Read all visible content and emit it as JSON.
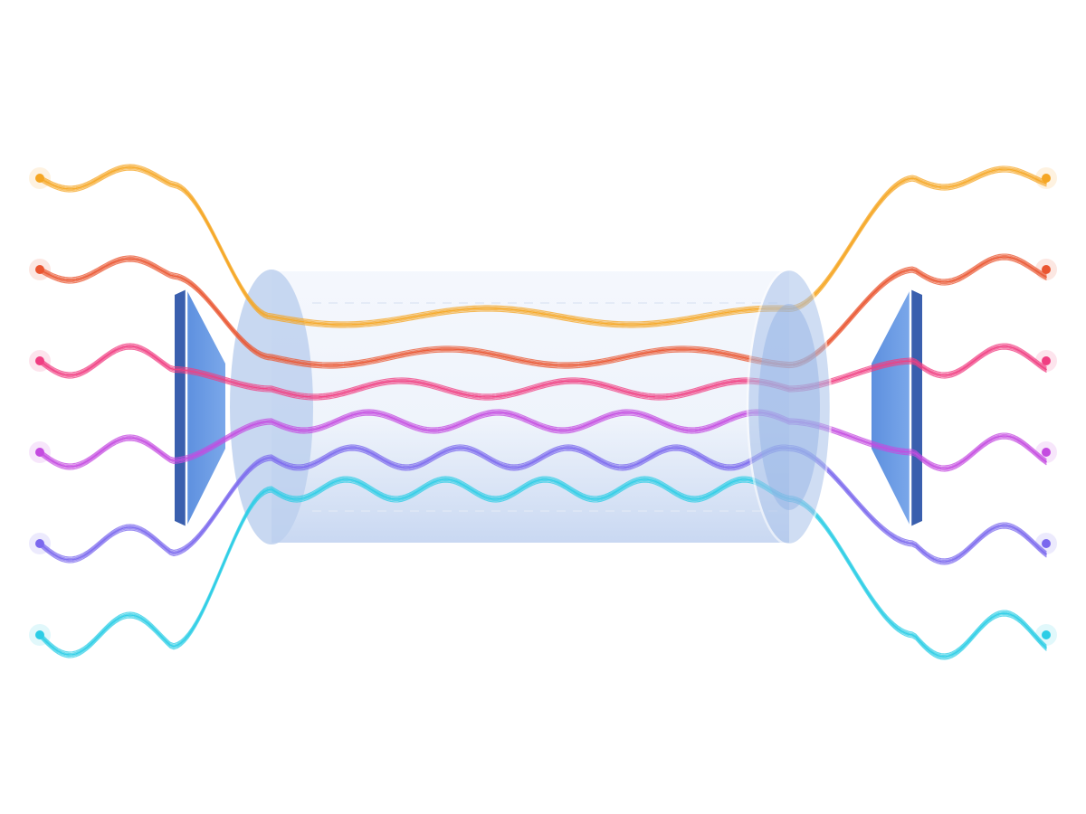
{
  "diagram": {
    "colors": {
      "background": "#ffffff",
      "tube_fill": "#c8d6f0",
      "tube_cap": "#b8cdee",
      "prism_front": "#5b8fdf",
      "prism_side": "#3a5fae"
    },
    "channels": [
      {
        "name": "channel-orange",
        "color": "#f5a623"
      },
      {
        "name": "channel-red-orange",
        "color": "#ea5530"
      },
      {
        "name": "channel-pink",
        "color": "#f03e82"
      },
      {
        "name": "channel-purple",
        "color": "#c44be0"
      },
      {
        "name": "channel-violet",
        "color": "#7b68ee"
      },
      {
        "name": "channel-cyan",
        "color": "#2ccde6"
      }
    ]
  }
}
